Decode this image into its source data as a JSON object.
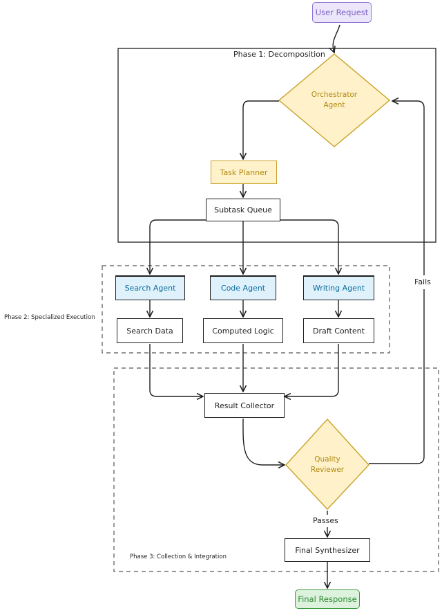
{
  "phases": {
    "phase1": "Phase 1: Decomposition",
    "phase2": "Phase 2: Specialized Execution",
    "phase3": "Phase 3: Collection & Integration"
  },
  "nodes": {
    "user_request": "User Request",
    "orchestrator_line1": "Orchestrator",
    "orchestrator_line2": "Agent",
    "task_planner": "Task Planner",
    "subtask_queue": "Subtask Queue",
    "search_agent": "Search Agent",
    "code_agent": "Code Agent",
    "writing_agent": "Writing Agent",
    "search_data": "Search Data",
    "computed_logic": "Computed Logic",
    "draft_content": "Draft Content",
    "result_collector": "Result Collector",
    "quality_line1": "Quality",
    "quality_line2": "Reviewer",
    "final_synthesizer": "Final Synthesizer",
    "final_response": "Final Response"
  },
  "edges": {
    "fails": "Fails",
    "passes": "Passes"
  },
  "colors": {
    "purple": "#8f73d4",
    "yellow": "#c9a227",
    "blue": "#0b6a9e",
    "green": "#3e9a43"
  }
}
